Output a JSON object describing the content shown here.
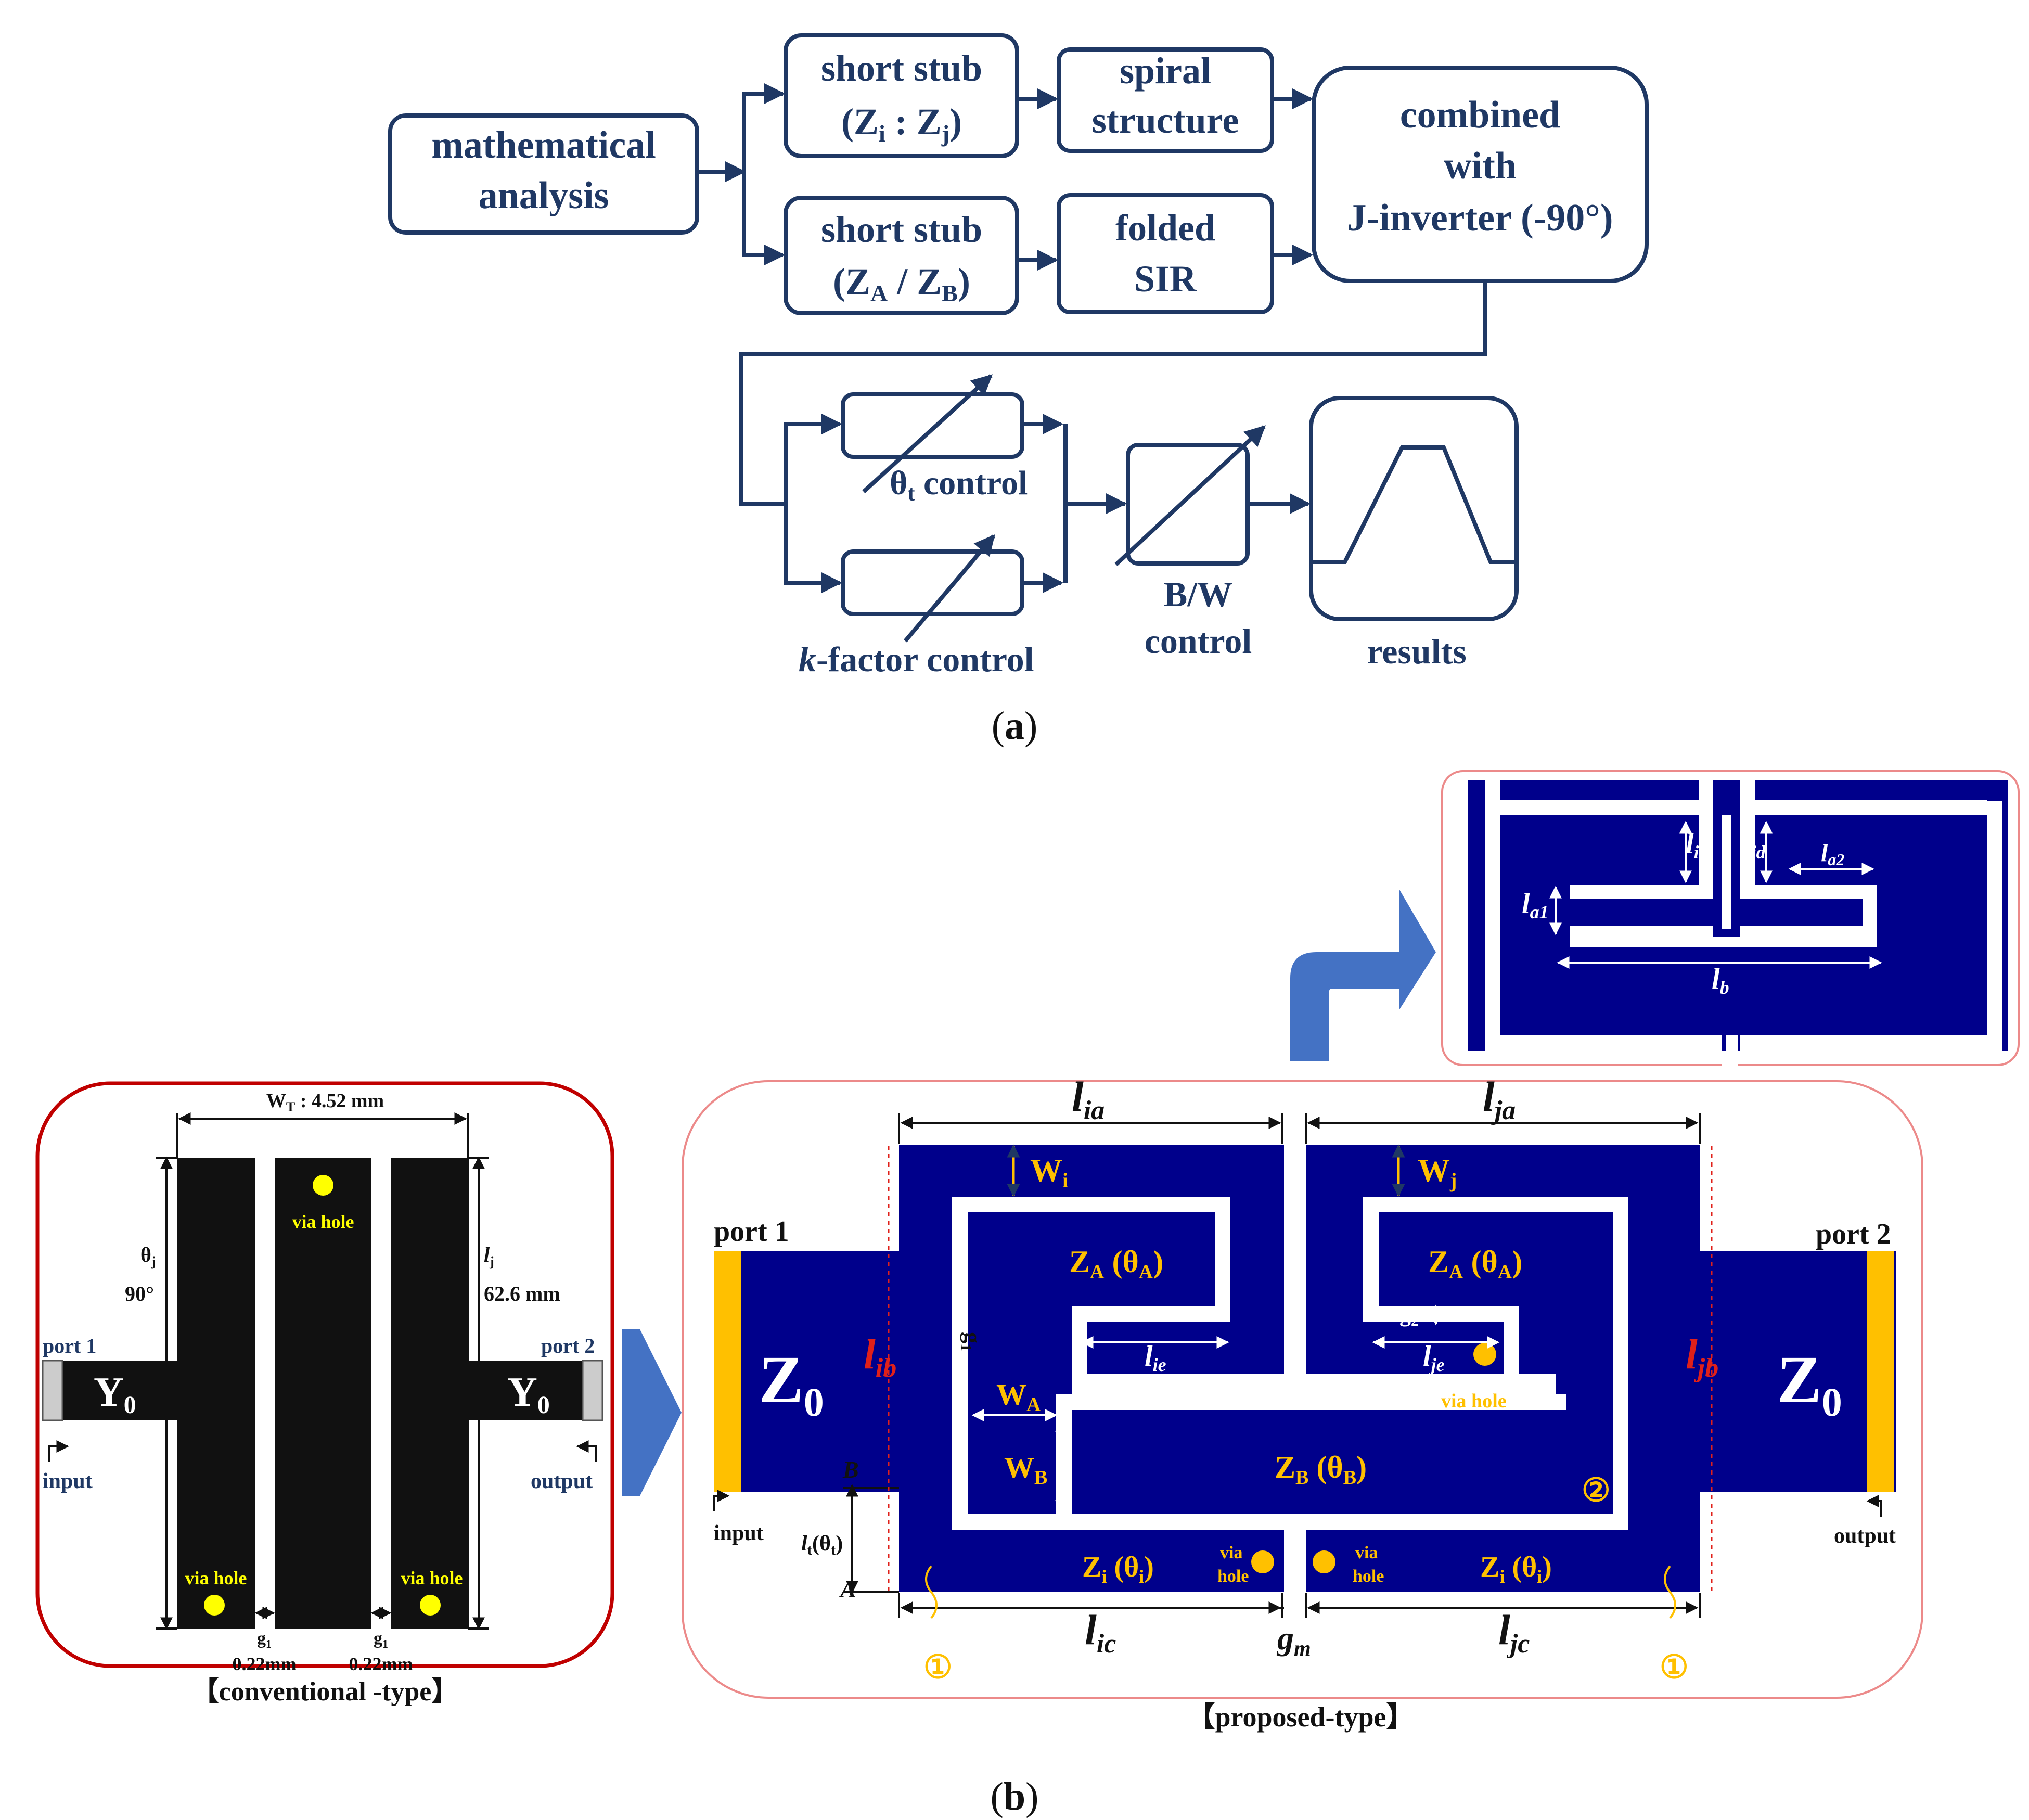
{
  "flowchart": {
    "math": [
      "mathematical",
      "analysis"
    ],
    "stub1": "short stub",
    "stub1_sub": [
      "(Z",
      "i",
      " : Z",
      "j",
      ")"
    ],
    "stub2": "short stub",
    "stub2_sub": [
      "(Z",
      "A",
      " / Z",
      "B",
      ")"
    ],
    "spiral": [
      "spiral",
      "structure"
    ],
    "folded": [
      "folded",
      "SIR"
    ],
    "combined": [
      "combined",
      "with",
      "J-inverter (-90°)"
    ],
    "theta_label": [
      "θ",
      "t",
      " control"
    ],
    "k_label": [
      "k",
      "-factor control"
    ],
    "bw_label": [
      "B/W",
      "control"
    ],
    "results_label": "results"
  },
  "caption_a": [
    "(",
    "a",
    ")"
  ],
  "caption_b": [
    "(",
    "b",
    ")"
  ],
  "conventional": {
    "width": "W",
    "width_sub": "T",
    "width_val": " : 4.52 mm",
    "theta": "θ",
    "theta_sub": "j",
    "theta_val": "90°",
    "len": "l",
    "len_sub": "j",
    "len_val": "62.6 mm",
    "port1": "port 1",
    "port2": "port 2",
    "y0": "Y",
    "y0_sub": "0",
    "input": "input",
    "output": "output",
    "via": "via hole",
    "gap": "g",
    "gap_sub": "1",
    "gap_val": "0.22mm",
    "caption": "【conventional -type】"
  },
  "proposed": {
    "lia": [
      "l",
      "ia"
    ],
    "lja": [
      "l",
      "ja"
    ],
    "wi": [
      "W",
      "i"
    ],
    "wj": [
      "W",
      "j"
    ],
    "port1": "port 1",
    "port2": "port 2",
    "za": [
      "Z",
      "A",
      " (θ",
      "A",
      ")"
    ],
    "zb": [
      "Z",
      "B",
      " (θ",
      "B",
      ")"
    ],
    "zi": [
      "Z",
      "i",
      " (θ",
      "i",
      ")"
    ],
    "z0": [
      "Z",
      "0"
    ],
    "lib": [
      "l",
      "ib"
    ],
    "ljb": [
      "l",
      "jb"
    ],
    "g1": [
      "g",
      "1"
    ],
    "g2": [
      "g",
      "2"
    ],
    "lie": [
      "l",
      "ie"
    ],
    "lje": [
      "l",
      "je"
    ],
    "wa": [
      "W",
      "A"
    ],
    "wb": [
      "W",
      "B"
    ],
    "via": "via hole",
    "via2": [
      "via",
      "hole"
    ],
    "circ1": "①",
    "circ2": "②",
    "b": "B",
    "a": "A",
    "lt": [
      "l",
      "t",
      "(θ",
      "t",
      ")"
    ],
    "input": "input",
    "output": "output",
    "lic": [
      "l",
      "ic"
    ],
    "ljc": [
      "l",
      "jc"
    ],
    "gm": [
      "g",
      "m"
    ],
    "caption": "【proposed-type】"
  },
  "inset": {
    "lid": [
      "l",
      "id"
    ],
    "ljd": [
      "l",
      "jd"
    ],
    "la1": [
      "l",
      "a1"
    ],
    "la2": [
      "l",
      "a2"
    ],
    "lb": [
      "l",
      "b"
    ]
  },
  "colors": {
    "navy": "#00008b",
    "line": "#1f3864",
    "yellow": "#ffc000",
    "red": "#e0201a",
    "arrow_blue": "#4472c4"
  }
}
